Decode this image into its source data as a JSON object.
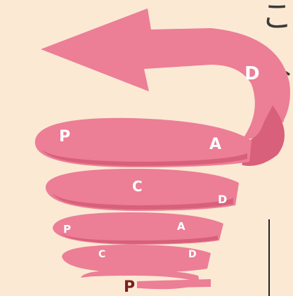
{
  "text_fragments": {
    "top": "こ",
    "middle": "なく"
  },
  "spiral": {
    "labels": [
      "D",
      "P",
      "A",
      "C",
      "D",
      "P",
      "A",
      "C",
      "D",
      "P"
    ],
    "colors": {
      "ribbon": "#ec7e96",
      "ribbon_dark": "#d8607a",
      "ribbon_light": "#f29aae",
      "label": "#ffffff",
      "final_label": "#7a1f1f"
    }
  },
  "background": "#fbe9d4"
}
